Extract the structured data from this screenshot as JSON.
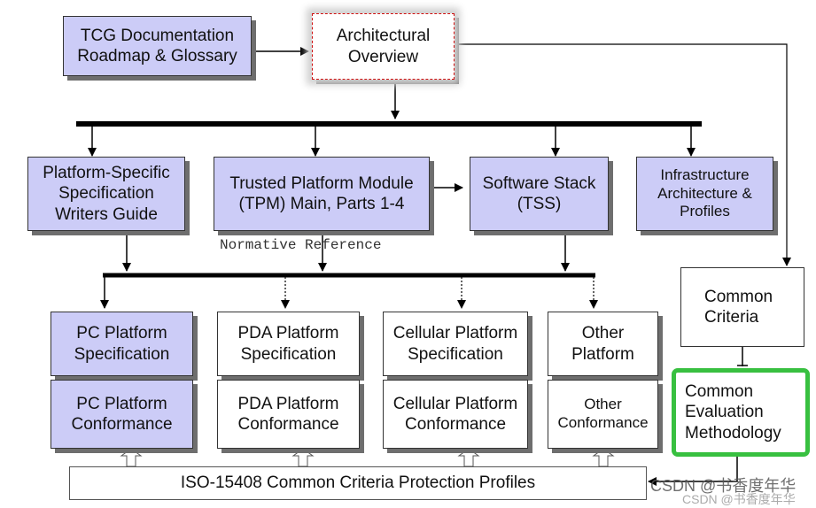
{
  "diagram": {
    "nodes": {
      "tcg_docs": "TCG Documentation\nRoadmap & Glossary",
      "arch_overview": "Architectural\nOverview",
      "platform_guide": "Platform-Specific\nSpecification\nWriters Guide",
      "tpm_main": "Trusted Platform Module\n(TPM) Main, Parts 1-4",
      "tss": "Software Stack\n(TSS)",
      "infrastructure": "Infrastructure\nArchitecture &\nProfiles",
      "common_criteria": "Common\nCriteria",
      "pc_spec": "PC Platform\nSpecification",
      "pda_spec": "PDA Platform\nSpecification",
      "cell_spec": "Cellular Platform\nSpecification",
      "other_platform": "Other\nPlatform",
      "pc_conf": "PC Platform\nConformance",
      "pda_conf": "PDA Platform\nConformance",
      "cell_conf": "Cellular Platform\nConformance",
      "other_conf": "Other\nConformance",
      "cem": "Common\nEvaluation\nMethodology",
      "iso": "ISO-15408 Common Criteria Protection Profiles"
    },
    "edge_label": "Normative Reference",
    "colors": {
      "purple": "#ccccf7",
      "highlight": "#38c040",
      "dash": "#d01010"
    }
  },
  "watermark": "CSDN @书香度年华",
  "watermark_faint": "CSDN @书香度年华"
}
